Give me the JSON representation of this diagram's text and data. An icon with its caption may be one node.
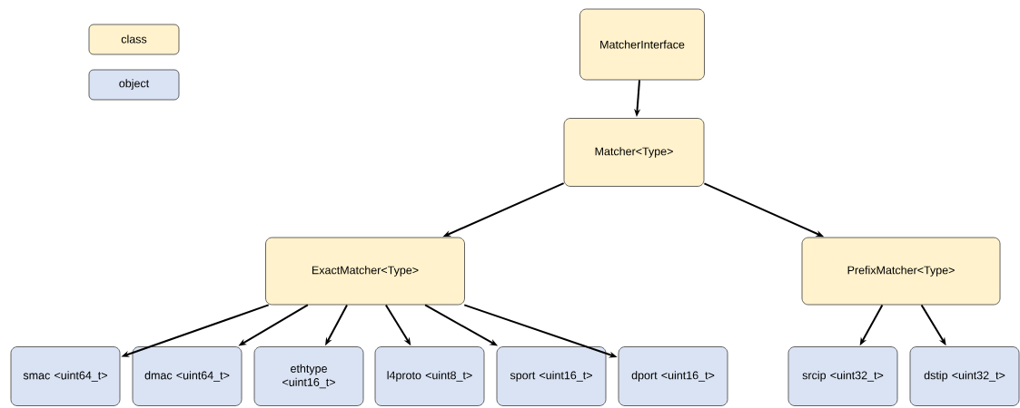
{
  "diagram": {
    "nodes": [
      {
        "text": [
          "MatcherInterface"
        ]
      },
      {
        "text": [
          "Matcher<Type>"
        ]
      },
      {
        "text": [
          "ExactMatcher<Type>"
        ]
      },
      {
        "text": [
          "PrefixMatcher<Type>"
        ]
      },
      {
        "text": [
          "smac <uint64_t>"
        ]
      },
      {
        "text": [
          "dmac <uint64_t>"
        ]
      },
      {
        "text": [
          "ethtype <uint16_t>"
        ]
      },
      {
        "text": [
          "l4proto <uint8_t>"
        ]
      },
      {
        "text": [
          "sport <uint16_t>"
        ]
      },
      {
        "text": [
          "dport <uint16_t>"
        ]
      },
      {
        "text": [
          "srcip <uint32_t>"
        ]
      },
      {
        "text": [
          "dstip <uint32_t>"
        ]
      }
    ],
    "edges": [
      {
        "from": 0,
        "to": 1,
        "arrow": "to"
      },
      {
        "from": 1,
        "to": 2,
        "arrow": "to"
      },
      {
        "from": 1,
        "to": 3,
        "arrow": "to"
      },
      {
        "from": 2,
        "to": 4,
        "arrow": "to"
      },
      {
        "from": 2,
        "to": 5,
        "arrow": "to"
      },
      {
        "from": 2,
        "to": 6,
        "arrow": "to"
      },
      {
        "from": 2,
        "to": 7,
        "arrow": "to"
      },
      {
        "from": 2,
        "to": 8,
        "arrow": "to"
      },
      {
        "from": 2,
        "to": 9,
        "arrow": "to"
      },
      {
        "from": 3,
        "to": 10,
        "arrow": "to"
      },
      {
        "from": 3,
        "to": 11,
        "arrow": "to"
      }
    ],
    "legend": [
      {
        "text": "class",
        "color": "#fff2cc"
      },
      {
        "text": "object",
        "color": "#dae3f3"
      }
    ]
  }
}
